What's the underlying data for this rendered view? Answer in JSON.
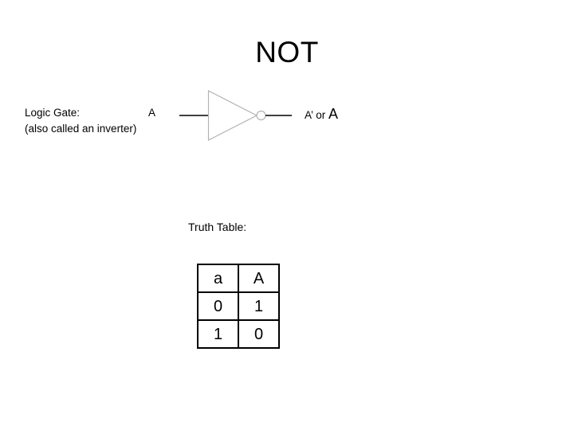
{
  "slide": {
    "title": "NOT",
    "background_color": "#ffffff",
    "text_color": "#000000"
  },
  "caption": {
    "label": "Logic Gate:",
    "subtitle": "(also called an inverter)",
    "input_label": "A"
  },
  "gate": {
    "name": "not-gate-symbol",
    "outline_color": "#b3b3b3",
    "wire_color": "#000000",
    "bubble": "inversion-bubble",
    "input_wire": "input-wire",
    "output_wire": "output-wire"
  },
  "output": {
    "prefix": "A’ or ",
    "negated": "A"
  },
  "truth_table": {
    "caption": "Truth Table:",
    "headers": [
      "a",
      "A"
    ],
    "rows": [
      [
        "0",
        "1"
      ],
      [
        "1",
        "0"
      ]
    ]
  }
}
